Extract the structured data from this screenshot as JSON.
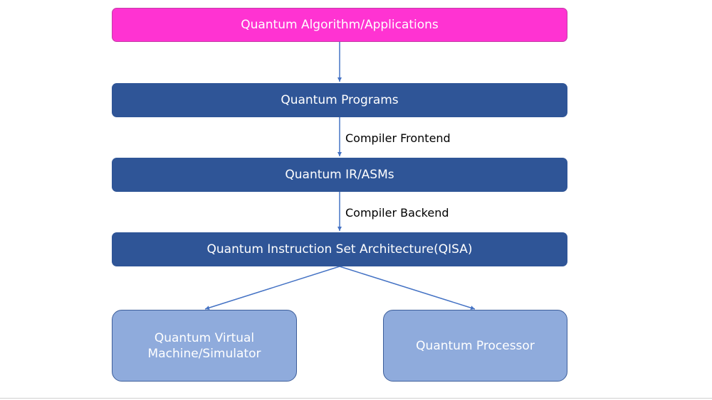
{
  "boxes": {
    "algorithm": "Quantum Algorithm/Applications",
    "programs": "Quantum Programs",
    "ir": "Quantum IR/ASMs",
    "qisa": "Quantum Instruction Set Architecture(QISA)",
    "virtual_machine_line1": "Quantum Virtual",
    "virtual_machine_line2": "Machine/Simulator",
    "processor": "Quantum Processor"
  },
  "edge_labels": {
    "frontend": "Compiler Frontend",
    "backend": "Compiler Backend"
  },
  "colors": {
    "algorithm_fill": "#ff33d2",
    "layer_fill": "#2f5597",
    "leaf_fill": "#8fabdc",
    "connector": "#4472c4"
  }
}
